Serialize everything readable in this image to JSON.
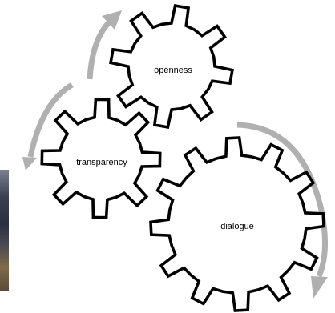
{
  "gears": [
    {
      "id": "openness",
      "label": "openness"
    },
    {
      "id": "transparency",
      "label": "transparency"
    },
    {
      "id": "dialogue",
      "label": "dialogue"
    }
  ],
  "colors": {
    "gear_stroke": "#000000",
    "gear_fill": "#ffffff",
    "arrow": "#b0b0b0"
  }
}
